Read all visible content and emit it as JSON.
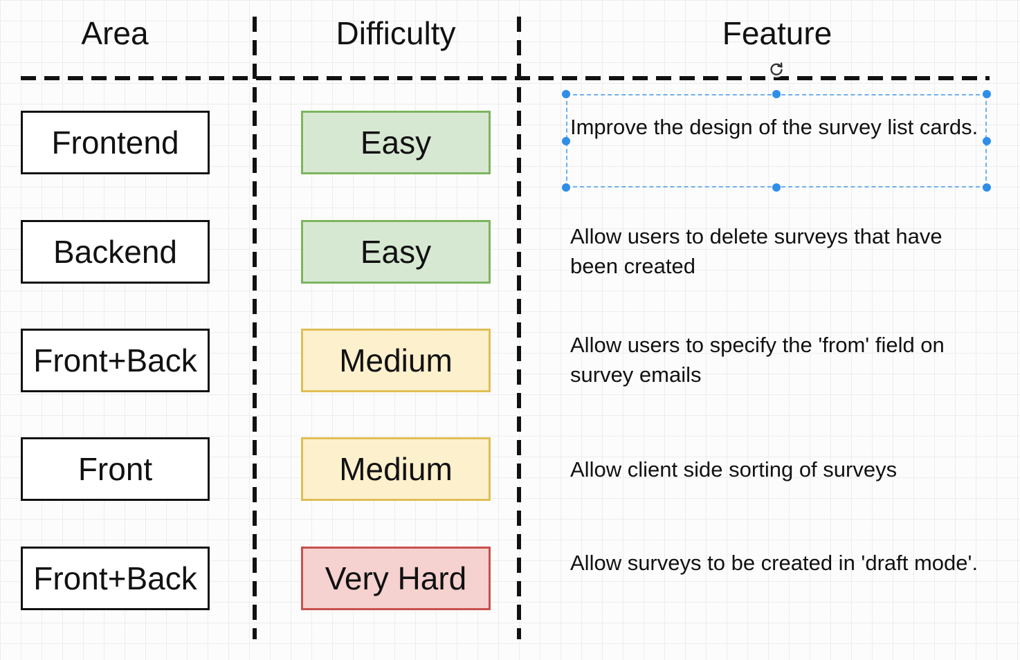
{
  "headers": {
    "area": "Area",
    "difficulty": "Difficulty",
    "feature": "Feature"
  },
  "rows": [
    {
      "area": "Frontend",
      "difficulty": "Easy",
      "feature": "Improve the design of the survey list cards."
    },
    {
      "area": "Backend",
      "difficulty": "Easy",
      "feature": "Allow users to delete surveys that have been created"
    },
    {
      "area": "Front+Back",
      "difficulty": "Medium",
      "feature": "Allow users to specify the 'from' field on survey emails"
    },
    {
      "area": "Front",
      "difficulty": "Medium",
      "feature": "Allow client side sorting of surveys"
    },
    {
      "area": "Front+Back",
      "difficulty": "Very Hard",
      "feature": "Allow surveys to be created in 'draft mode'."
    }
  ],
  "colors": {
    "easy_fill": "#d7e8d2",
    "easy_border": "#7db55e",
    "medium_fill": "#fdf0cc",
    "medium_border": "#e0be55",
    "hard_fill": "#f5d1d0",
    "hard_border": "#c8504d",
    "selection": "#2f8ee8"
  },
  "icons": {
    "rotate": "rotate-handle-icon"
  }
}
